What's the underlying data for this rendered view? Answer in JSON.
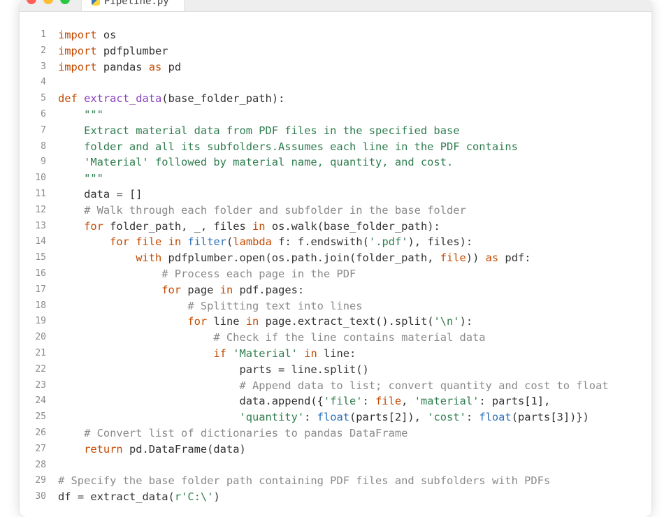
{
  "tab": {
    "filename": "Pipeline.py",
    "icon": "python-file-icon"
  },
  "code_lines": [
    {
      "n": "1",
      "tokens": [
        {
          "t": "kw",
          "v": "import"
        },
        {
          "t": "txt",
          "v": " os"
        }
      ]
    },
    {
      "n": "2",
      "tokens": [
        {
          "t": "kw",
          "v": "import"
        },
        {
          "t": "txt",
          "v": " pdfplumber"
        }
      ]
    },
    {
      "n": "3",
      "tokens": [
        {
          "t": "kw",
          "v": "import"
        },
        {
          "t": "txt",
          "v": " pandas "
        },
        {
          "t": "kw",
          "v": "as"
        },
        {
          "t": "txt",
          "v": " pd"
        }
      ]
    },
    {
      "n": "4",
      "tokens": []
    },
    {
      "n": "5",
      "tokens": [
        {
          "t": "kw",
          "v": "def"
        },
        {
          "t": "txt",
          "v": " "
        },
        {
          "t": "fn",
          "v": "extract_data"
        },
        {
          "t": "txt",
          "v": "(base_folder_path):"
        }
      ]
    },
    {
      "n": "6",
      "tokens": [
        {
          "t": "str",
          "v": "    \"\"\""
        }
      ]
    },
    {
      "n": "7",
      "tokens": [
        {
          "t": "str",
          "v": "    Extract material data from PDF files in the specified base"
        }
      ]
    },
    {
      "n": "8",
      "tokens": [
        {
          "t": "str",
          "v": "    folder and all its subfolders.Assumes each line in the PDF contains"
        }
      ]
    },
    {
      "n": "9",
      "tokens": [
        {
          "t": "str",
          "v": "    'Material' followed by material name, quantity, and cost."
        }
      ]
    },
    {
      "n": "10",
      "tokens": [
        {
          "t": "str",
          "v": "    \"\"\""
        }
      ]
    },
    {
      "n": "11",
      "tokens": [
        {
          "t": "txt",
          "v": "    data "
        },
        {
          "t": "op",
          "v": "="
        },
        {
          "t": "txt",
          "v": " []"
        }
      ]
    },
    {
      "n": "12",
      "tokens": [
        {
          "t": "com",
          "v": "    # Walk through each folder and subfolder in the base folder"
        }
      ]
    },
    {
      "n": "13",
      "tokens": [
        {
          "t": "txt",
          "v": "    "
        },
        {
          "t": "kw",
          "v": "for"
        },
        {
          "t": "txt",
          "v": " folder_path, _, files "
        },
        {
          "t": "kw",
          "v": "in"
        },
        {
          "t": "txt",
          "v": " os.walk(base_folder_path):"
        }
      ]
    },
    {
      "n": "14",
      "tokens": [
        {
          "t": "txt",
          "v": "        "
        },
        {
          "t": "kw",
          "v": "for"
        },
        {
          "t": "txt",
          "v": " "
        },
        {
          "t": "kw",
          "v": "file"
        },
        {
          "t": "txt",
          "v": " "
        },
        {
          "t": "kw",
          "v": "in"
        },
        {
          "t": "txt",
          "v": " "
        },
        {
          "t": "bi",
          "v": "filter"
        },
        {
          "t": "txt",
          "v": "("
        },
        {
          "t": "kw",
          "v": "lambda"
        },
        {
          "t": "txt",
          "v": " f: f.endswith("
        },
        {
          "t": "str",
          "v": "'.pdf'"
        },
        {
          "t": "txt",
          "v": "), files):"
        }
      ]
    },
    {
      "n": "15",
      "tokens": [
        {
          "t": "txt",
          "v": "            "
        },
        {
          "t": "kw",
          "v": "with"
        },
        {
          "t": "txt",
          "v": " pdfplumber.open(os.path.join(folder_path, "
        },
        {
          "t": "kw",
          "v": "file"
        },
        {
          "t": "txt",
          "v": ")) "
        },
        {
          "t": "kw",
          "v": "as"
        },
        {
          "t": "txt",
          "v": " pdf:"
        }
      ]
    },
    {
      "n": "16",
      "tokens": [
        {
          "t": "com",
          "v": "                # Process each page in the PDF"
        }
      ]
    },
    {
      "n": "17",
      "tokens": [
        {
          "t": "txt",
          "v": "                "
        },
        {
          "t": "kw",
          "v": "for"
        },
        {
          "t": "txt",
          "v": " page "
        },
        {
          "t": "kw",
          "v": "in"
        },
        {
          "t": "txt",
          "v": " pdf.pages:"
        }
      ]
    },
    {
      "n": "18",
      "tokens": [
        {
          "t": "com",
          "v": "                    # Splitting text into lines"
        }
      ]
    },
    {
      "n": "19",
      "tokens": [
        {
          "t": "txt",
          "v": "                    "
        },
        {
          "t": "kw",
          "v": "for"
        },
        {
          "t": "txt",
          "v": " line "
        },
        {
          "t": "kw",
          "v": "in"
        },
        {
          "t": "txt",
          "v": " page.extract_text().split("
        },
        {
          "t": "str",
          "v": "'\\n'"
        },
        {
          "t": "txt",
          "v": "):"
        }
      ]
    },
    {
      "n": "20",
      "tokens": [
        {
          "t": "com",
          "v": "                        # Check if the line contains material data"
        }
      ]
    },
    {
      "n": "21",
      "tokens": [
        {
          "t": "txt",
          "v": "                        "
        },
        {
          "t": "kw",
          "v": "if"
        },
        {
          "t": "txt",
          "v": " "
        },
        {
          "t": "str",
          "v": "'Material'"
        },
        {
          "t": "txt",
          "v": " "
        },
        {
          "t": "kw",
          "v": "in"
        },
        {
          "t": "txt",
          "v": " line:"
        }
      ]
    },
    {
      "n": "22",
      "tokens": [
        {
          "t": "txt",
          "v": "                            parts "
        },
        {
          "t": "op",
          "v": "="
        },
        {
          "t": "txt",
          "v": " line.split()"
        }
      ]
    },
    {
      "n": "23",
      "tokens": [
        {
          "t": "com",
          "v": "                            # Append data to list; convert quantity and cost to float"
        }
      ]
    },
    {
      "n": "24",
      "tokens": [
        {
          "t": "txt",
          "v": "                            data.append({"
        },
        {
          "t": "str",
          "v": "'file'"
        },
        {
          "t": "txt",
          "v": ": "
        },
        {
          "t": "kw",
          "v": "file"
        },
        {
          "t": "txt",
          "v": ", "
        },
        {
          "t": "str",
          "v": "'material'"
        },
        {
          "t": "txt",
          "v": ": parts[1],"
        }
      ]
    },
    {
      "n": "25",
      "tokens": [
        {
          "t": "txt",
          "v": "                            "
        },
        {
          "t": "str",
          "v": "'quantity'"
        },
        {
          "t": "txt",
          "v": ": "
        },
        {
          "t": "bi",
          "v": "float"
        },
        {
          "t": "txt",
          "v": "(parts[2]), "
        },
        {
          "t": "str",
          "v": "'cost'"
        },
        {
          "t": "txt",
          "v": ": "
        },
        {
          "t": "bi",
          "v": "float"
        },
        {
          "t": "txt",
          "v": "(parts[3])})"
        }
      ]
    },
    {
      "n": "26",
      "tokens": [
        {
          "t": "com",
          "v": "    # Convert list of dictionaries to pandas DataFrame"
        }
      ]
    },
    {
      "n": "27",
      "tokens": [
        {
          "t": "txt",
          "v": "    "
        },
        {
          "t": "kw",
          "v": "return"
        },
        {
          "t": "txt",
          "v": " pd.DataFrame(data)"
        }
      ]
    },
    {
      "n": "28",
      "tokens": []
    },
    {
      "n": "29",
      "tokens": [
        {
          "t": "com",
          "v": "# Specify the base folder path containing PDF files and subfolders with PDFs"
        }
      ]
    },
    {
      "n": "30",
      "tokens": [
        {
          "t": "txt",
          "v": "df "
        },
        {
          "t": "op",
          "v": "="
        },
        {
          "t": "txt",
          "v": " extract_data("
        },
        {
          "t": "str",
          "v": "r'C:\\'"
        },
        {
          "t": "txt",
          "v": ")"
        }
      ]
    }
  ]
}
